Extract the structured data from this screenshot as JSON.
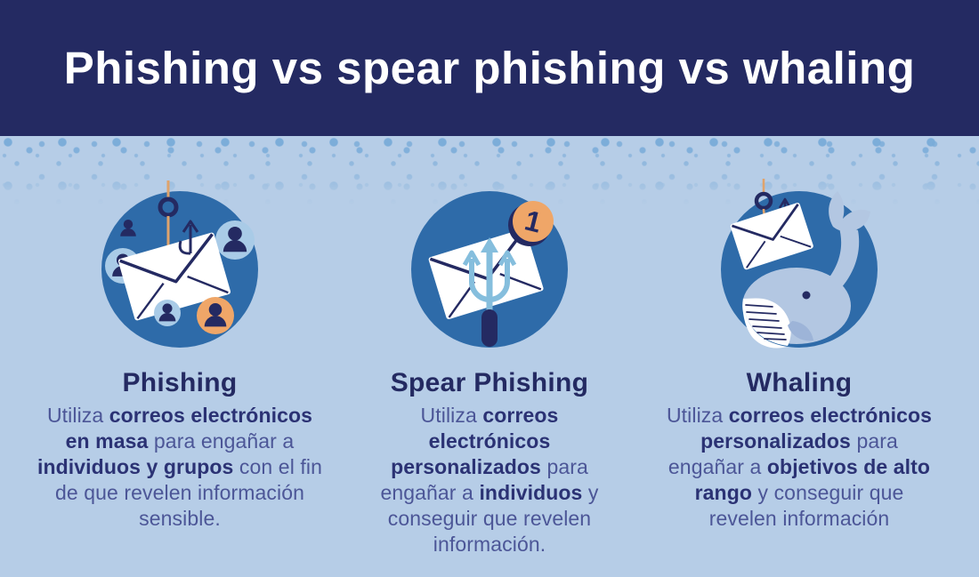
{
  "header": {
    "title": "Phishing vs spear phishing vs whaling"
  },
  "colors": {
    "header_bg": "#242a62",
    "background": "#b6cde7",
    "texture_dot": "#79abd8",
    "icon_circle": "#2e6ba9",
    "heading_text": "#242a62",
    "body_text": "#4c5697",
    "body_bold_text": "#2b3274",
    "accent_orange": "#efa668",
    "accent_light_blue": "#a9cbe7",
    "trident_blue": "#85bedd",
    "whale_body": "#b3c7e2",
    "envelope_white": "#ffffff",
    "navy_line": "#242a62",
    "hook_line_orange": "#dfa36c"
  },
  "columns": [
    {
      "id": "phishing",
      "icon": "phishing-hooked-envelope-people-icon",
      "heading": "Phishing",
      "description": [
        {
          "text": "Utiliza ",
          "bold": false
        },
        {
          "text": "correos electrónicos en masa",
          "bold": true
        },
        {
          "text": " para engañar a ",
          "bold": false
        },
        {
          "text": "individuos y grupos",
          "bold": true
        },
        {
          "text": " con el fin de que revelen información sensible.",
          "bold": false
        }
      ]
    },
    {
      "id": "spear-phishing",
      "icon": "envelope-trident-notification-icon",
      "heading": "Spear Phishing",
      "badge": "1",
      "description": [
        {
          "text": "Utiliza ",
          "bold": false
        },
        {
          "text": "correos electrónicos personalizados",
          "bold": true
        },
        {
          "text": " para engañar a ",
          "bold": false
        },
        {
          "text": "individuos",
          "bold": true
        },
        {
          "text": " y conseguir que revelen información.",
          "bold": false
        }
      ]
    },
    {
      "id": "whaling",
      "icon": "whale-hooked-envelope-icon",
      "heading": "Whaling",
      "description": [
        {
          "text": "Utiliza ",
          "bold": false
        },
        {
          "text": "correos electrónicos personalizados",
          "bold": true
        },
        {
          "text": " para engañar a ",
          "bold": false
        },
        {
          "text": "objetivos de alto rango",
          "bold": true
        },
        {
          "text": " y conseguir que revelen información",
          "bold": false
        }
      ]
    }
  ]
}
